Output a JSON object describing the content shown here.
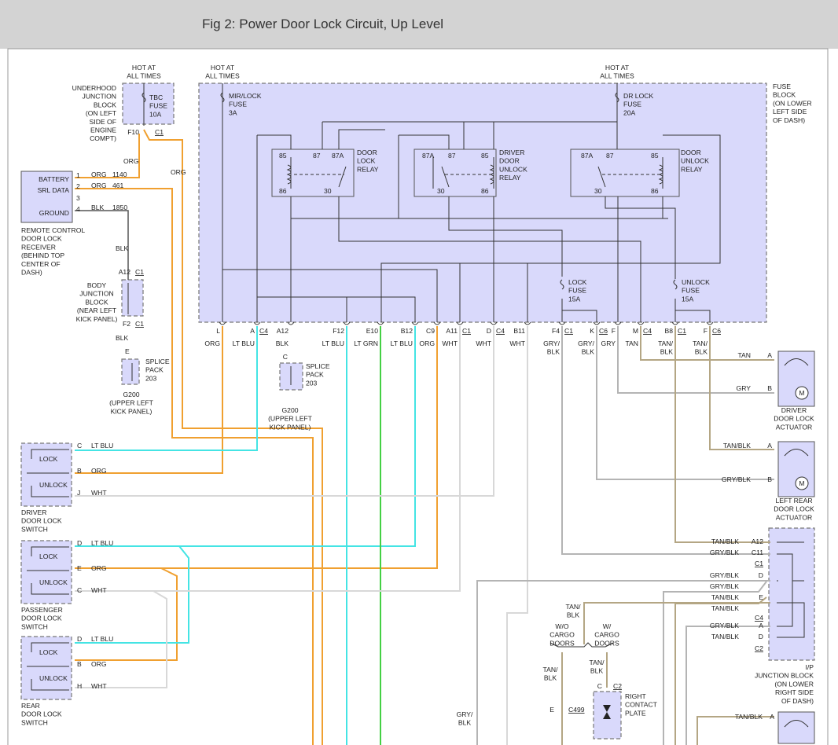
{
  "title": "Fig 2: Power Door Lock Circuit, Up Level",
  "colors": {
    "org": "#f0a030",
    "blu": "#44e4e4",
    "grn": "#44d044",
    "wht": "#d8d8d8",
    "gry": "#b4b4b4",
    "tan": "#b4a684",
    "blk": "#555555",
    "box": "#d9d9fb"
  },
  "hot": [
    "HOT AT",
    "ALL TIMES"
  ],
  "underhood": {
    "label": [
      "UNDERHOOD",
      "JUNCTION",
      "BLOCK",
      "(ON LEFT",
      "SIDE OF",
      "ENGINE",
      "COMPT)"
    ],
    "fuse": [
      "TBC",
      "FUSE",
      "10A"
    ],
    "pin": "F10",
    "conn": "C1",
    "wire": "ORG"
  },
  "receiver": {
    "pins": [
      "BATTERY",
      "SRL DATA",
      "GROUND"
    ],
    "pin_nums": [
      "1",
      "2",
      "3",
      "4"
    ],
    "wires": [
      "ORG",
      "1140",
      "ORG",
      "461",
      "BLK",
      "1850"
    ],
    "label": [
      "REMOTE CONTROL",
      "DOOR LOCK",
      "RECEIVER",
      "(BEHIND TOP",
      "CENTER OF",
      "DASH)"
    ],
    "org_label": "ORG"
  },
  "body_jb": {
    "label": [
      "BODY",
      "JUNCTION",
      "BLOCK",
      "(NEAR LEFT",
      "KICK PANEL)"
    ],
    "pin_top": "A12",
    "pin_bot": "F2",
    "conn": "C1",
    "wire": "BLK",
    "splice_pin": "E"
  },
  "splice": {
    "label": [
      "SPLICE",
      "PACK",
      "203"
    ],
    "ground": [
      "G200",
      "(UPPER LEFT",
      "KICK PANEL)"
    ],
    "pin": "C"
  },
  "fuse_block": {
    "label": [
      "FUSE",
      "BLOCK",
      "(ON LOWER",
      "LEFT SIDE",
      "OF DASH)"
    ],
    "mir_fuse": [
      "MIR/LOCK",
      "FUSE",
      "3A"
    ],
    "dr_fuse": [
      "DR LOCK",
      "FUSE",
      "20A"
    ],
    "lock_fuse": [
      "LOCK",
      "FUSE",
      "15A"
    ],
    "unlock_fuse": [
      "UNLOCK",
      "FUSE",
      "15A"
    ],
    "relays": [
      {
        "label": [
          "DOOR",
          "LOCK",
          "RELAY"
        ],
        "pins": [
          "85",
          "87",
          "87A",
          "86",
          "30"
        ]
      },
      {
        "label": [
          "DRIVER",
          "DOOR",
          "UNLOCK",
          "RELAY"
        ],
        "pins": [
          "87A",
          "87",
          "85",
          "30",
          "86"
        ]
      },
      {
        "label": [
          "DOOR",
          "UNLOCK",
          "RELAY"
        ],
        "pins": [
          "87A",
          "87",
          "85",
          "30",
          "86"
        ]
      }
    ],
    "connectors": [
      {
        "pin": "L",
        "conn": "",
        "wire": [
          "ORG"
        ]
      },
      {
        "pin": "A",
        "conn": "C4",
        "wire": [
          "LT BLU"
        ]
      },
      {
        "pin": "A12",
        "conn": "",
        "wire": [
          "BLK"
        ]
      },
      {
        "pin": "F12",
        "conn": "",
        "wire": [
          "LT BLU"
        ]
      },
      {
        "pin": "E10",
        "conn": "",
        "wire": [
          "LT GRN"
        ]
      },
      {
        "pin": "B12",
        "conn": "",
        "wire": [
          "LT BLU"
        ]
      },
      {
        "pin": "C9",
        "conn": "",
        "wire": [
          "ORG"
        ]
      },
      {
        "pin": "A11",
        "conn": "C1",
        "wire": [
          "WHT"
        ]
      },
      {
        "pin": "D",
        "conn": "C4",
        "wire": [
          "WHT"
        ]
      },
      {
        "pin": "B11",
        "conn": "",
        "wire": [
          "WHT"
        ]
      },
      {
        "pin": "F4",
        "conn": "C1",
        "wire": [
          "GRY/",
          "BLK"
        ]
      },
      {
        "pin": "K",
        "conn": "C6",
        "wire": [
          "GRY/",
          "BLK"
        ]
      },
      {
        "pin": "F",
        "conn": "",
        "wire": [
          "GRY"
        ]
      },
      {
        "pin": "M",
        "conn": "C4",
        "wire": [
          "TAN"
        ]
      },
      {
        "pin": "B8",
        "conn": "C1",
        "wire": [
          "TAN/",
          "BLK"
        ]
      },
      {
        "pin": "F",
        "conn": "C6",
        "wire": [
          "TAN/",
          "BLK"
        ]
      }
    ]
  },
  "switches": [
    {
      "label": [
        "DRIVER",
        "DOOR LOCK",
        "SWITCH"
      ],
      "lock": "LOCK",
      "unlock": "UNLOCK",
      "pins": [
        [
          "C",
          "LT BLU"
        ],
        [
          "B",
          "ORG"
        ],
        [
          "J",
          "WHT"
        ]
      ]
    },
    {
      "label": [
        "PASSENGER",
        "DOOR LOCK",
        "SWITCH"
      ],
      "lock": "LOCK",
      "unlock": "UNLOCK",
      "pins": [
        [
          "D",
          "LT BLU"
        ],
        [
          "E",
          "ORG"
        ],
        [
          "C",
          "WHT"
        ]
      ]
    },
    {
      "label": [
        "REAR",
        "DOOR LOCK",
        "SWITCH"
      ],
      "lock": "LOCK",
      "unlock": "UNLOCK",
      "pins": [
        [
          "D",
          "LT BLU"
        ],
        [
          "B",
          "ORG"
        ],
        [
          "H",
          "WHT"
        ]
      ]
    }
  ],
  "actuators": [
    {
      "label": [
        "DRIVER",
        "DOOR LOCK",
        "ACTUATOR"
      ],
      "pins": [
        [
          "TAN",
          "A"
        ],
        [
          "GRY",
          "B"
        ]
      ],
      "motor": "M"
    },
    {
      "label": [
        "LEFT REAR",
        "DOOR LOCK",
        "ACTUATOR"
      ],
      "pins": [
        [
          "TAN/BLK",
          "A"
        ],
        [
          "GRY/BLK",
          "B"
        ]
      ],
      "motor": "M"
    },
    {
      "pins": [
        [
          "TAN/BLK",
          "A"
        ]
      ]
    }
  ],
  "ip_jb": {
    "label": [
      "I/P",
      "JUNCTION BLOCK",
      "(ON LOWER",
      "RIGHT SIDE",
      "OF DASH)"
    ],
    "rows": [
      [
        "TAN/BLK",
        "A12"
      ],
      [
        "GRY/BLK",
        "C11"
      ],
      [
        "",
        "C1"
      ],
      [
        "GRY/BLK",
        "D"
      ],
      [
        "GRY/BLK",
        ""
      ],
      [
        "TAN/BLK",
        "E"
      ],
      [
        "TAN/BLK",
        ""
      ],
      [
        "",
        "C4"
      ],
      [
        "GRY/BLK",
        "A"
      ],
      [
        "TAN/BLK",
        "D"
      ],
      [
        "",
        "C2"
      ]
    ]
  },
  "cargo": {
    "wire_top": [
      "TAN/",
      "BLK"
    ],
    "wo": [
      "W/O",
      "CARGO",
      "DOORS"
    ],
    "w": [
      "W/",
      "CARGO",
      "DOORS"
    ],
    "wire_left": [
      "TAN/",
      "BLK"
    ],
    "wire_right": [
      "TAN/",
      "BLK"
    ],
    "c499_pin": "E",
    "c499": "C499",
    "plate_pin": "C",
    "plate_conn": "C2",
    "plate": [
      "RIGHT",
      "CONTACT",
      "PLATE"
    ],
    "gry_blk": [
      "GRY/",
      "BLK"
    ]
  }
}
